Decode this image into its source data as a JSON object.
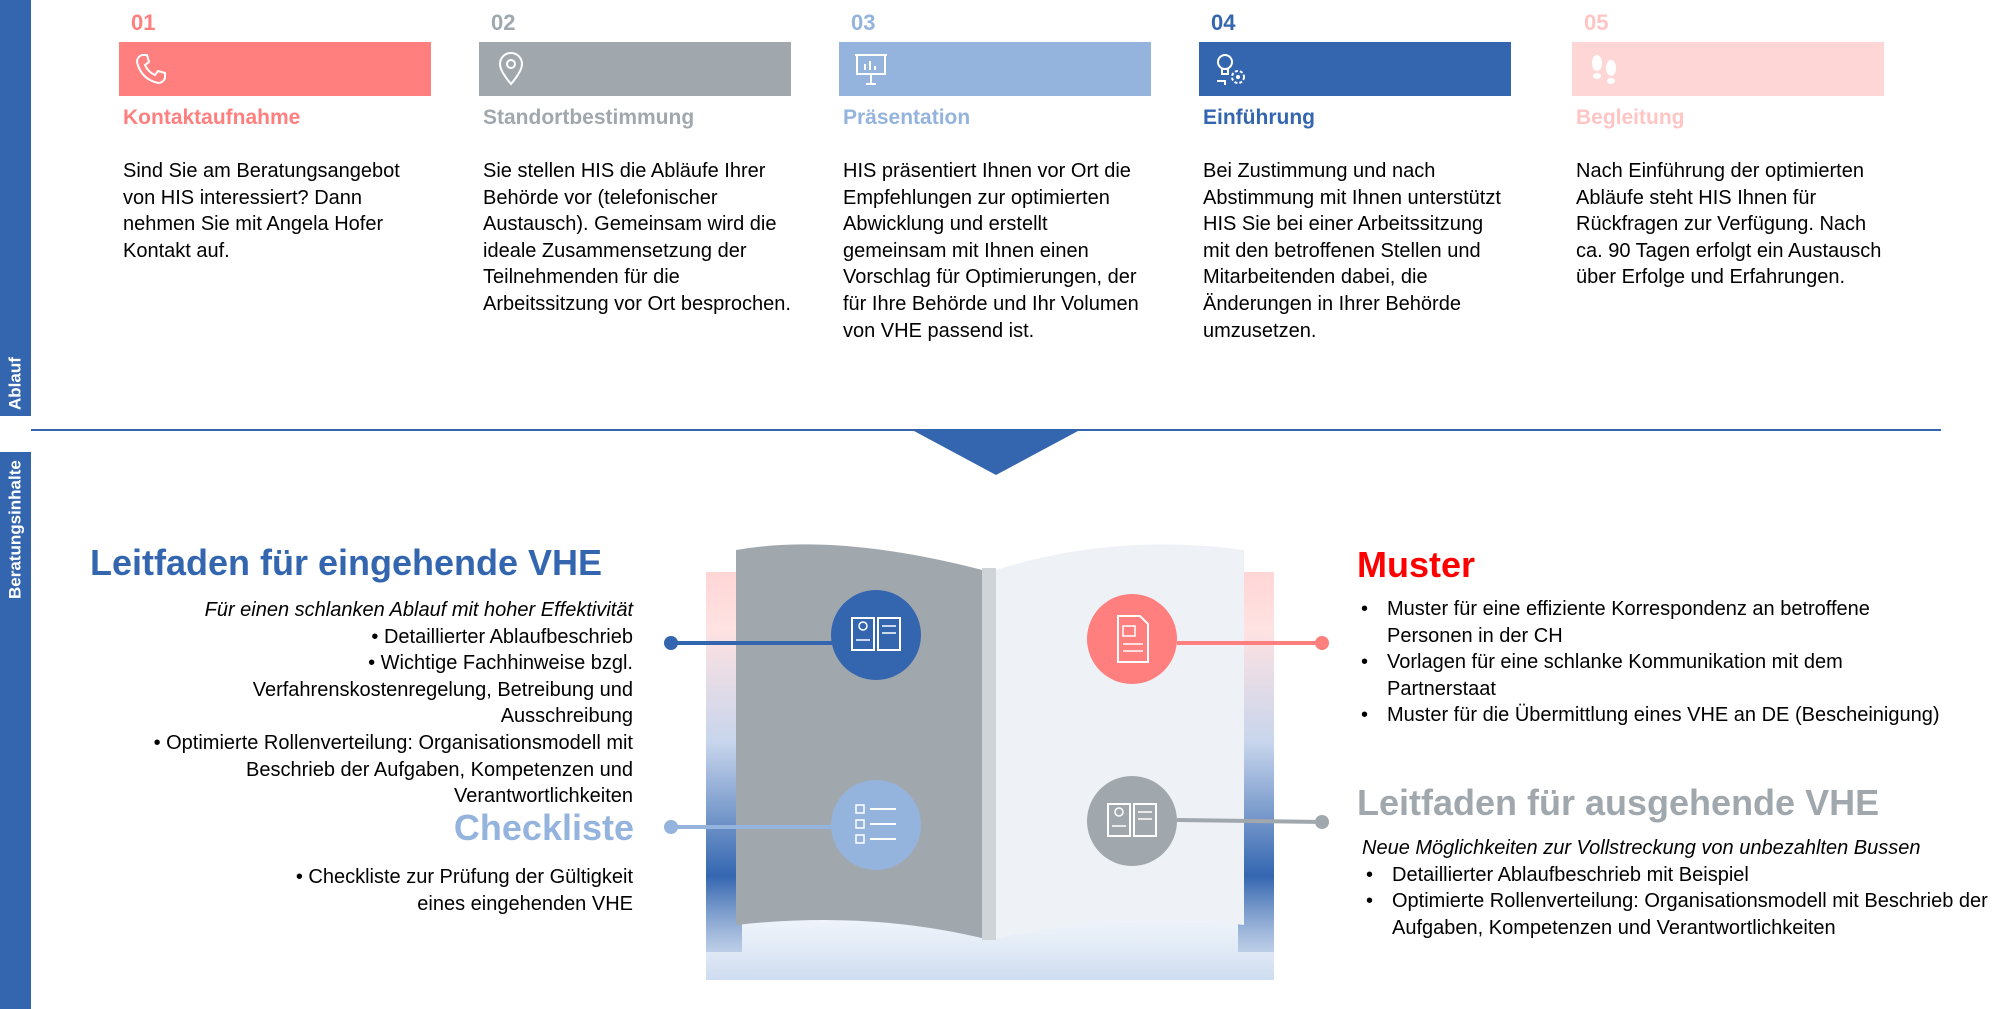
{
  "sidebar": {
    "ablauf_label": "Ablauf",
    "beratung_label": "Beratungsinhalte"
  },
  "colors": {
    "blue": "#3466b0",
    "light_blue": "#94b3dd",
    "red": "#ff7f7f",
    "pink": "#ffd6d6",
    "gray": "#a0a8ae",
    "muster_red": "#ff0000",
    "heading_gray": "#a0a8ae"
  },
  "steps": [
    {
      "number": "01",
      "title": "Kontaktaufnahme",
      "icon": "phone-icon",
      "text": "Sind Sie am Beratungsangebot von HIS interessiert? Dann nehmen Sie mit Angela Hofer Kontakt auf."
    },
    {
      "number": "02",
      "title": "Standortbestimmung",
      "icon": "location-pin-icon",
      "text": "Sie stellen HIS die Abläufe Ihrer Behörde vor (telefonischer Austausch). Gemeinsam wird die ideale Zusammensetzung der Teilnehmenden für die Arbeitssitzung vor Ort besprochen."
    },
    {
      "number": "03",
      "title": "Präsentation",
      "icon": "presentation-board-icon",
      "text": "HIS präsentiert Ihnen vor Ort die Empfehlungen zur optimierten Abwicklung und erstellt gemeinsam mit Ihnen einen Vorschlag für Optimierungen, der für Ihre Behörde und Ihr Volumen von VHE passend ist."
    },
    {
      "number": "04",
      "title": "Einführung",
      "icon": "lightbulb-gear-icon",
      "text": "Bei Zustimmung und nach Abstimmung mit Ihnen unterstützt HIS Sie bei einer Arbeitssitzung mit den betroffenen Stellen und Mitarbeitenden dabei, die Änderungen in Ihrer Behörde umzusetzen."
    },
    {
      "number": "05",
      "title": "Begleitung",
      "icon": "footprints-icon",
      "text": "Nach Einführung der optimierten Abläufe steht HIS Ihnen für Rückfragen zur Verfügung. Nach ca. 90 Tagen erfolgt ein Austausch über Erfolge und Erfahrungen."
    }
  ],
  "leitfaden_ein": {
    "title": "Leitfaden für eingehende VHE",
    "subtitle": "Für einen schlanken Ablauf mit hoher Effektivität",
    "items": [
      "Detaillierter Ablaufbeschrieb",
      "Wichtige Fachhinweise bzgl. Verfahrenskostenregelung, Betreibung und Ausschreibung",
      "Optimierte Rollenverteilung: Organisationsmodell mit Beschrieb der Aufgaben, Kompetenzen und Verantwortlichkeiten"
    ]
  },
  "checkliste": {
    "title": "Checkliste",
    "items": [
      "Checkliste zur Prüfung der Gültigkeit eines eingehenden VHE"
    ]
  },
  "muster": {
    "title": "Muster",
    "items": [
      "Muster für eine effiziente Korrespondenz an betroffene Personen in der CH",
      "Vorlagen für eine schlanke Kommunikation mit dem Partnerstaat",
      "Muster für die Übermittlung eines VHE an DE (Bescheinigung)"
    ]
  },
  "leitfaden_aus": {
    "title": "Leitfaden für ausgehende VHE",
    "subtitle": "Neue Möglichkeiten zur Vollstreckung von unbezahlten Bussen",
    "items": [
      "Detaillierter Ablaufbeschrieb mit Beispiel",
      "Optimierte Rollenverteilung: Organisationsmodell mit Beschrieb der Aufgaben, Kompetenzen und Verantwortlichkeiten"
    ]
  },
  "book_icons": {
    "top_left": "money-book-icon",
    "bottom_left": "checklist-icon",
    "top_right": "document-icon",
    "bottom_right": "money-book-icon"
  }
}
